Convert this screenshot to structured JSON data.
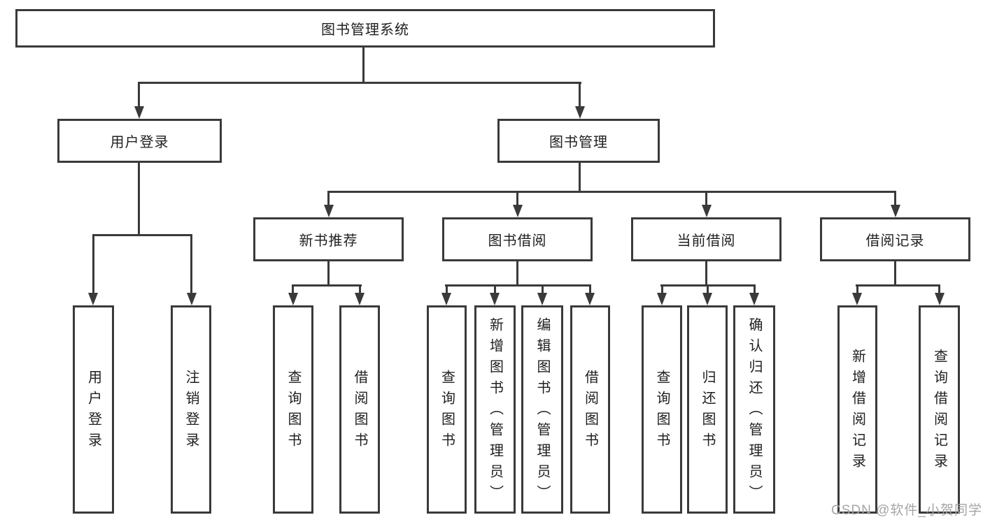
{
  "diagram": {
    "title": "图书管理系统",
    "branches": [
      {
        "label": "用户登录",
        "children": [
          "用户登录",
          "注销登录"
        ]
      },
      {
        "label": "图书管理",
        "modules": [
          {
            "label": "新书推荐",
            "children": [
              "查询图书",
              "借阅图书"
            ]
          },
          {
            "label": "图书借阅",
            "children": [
              "查询图书",
              "新增图书（管理员）",
              "编辑图书（管理员）",
              "借阅图书"
            ]
          },
          {
            "label": "当前借阅",
            "children": [
              "查询图书",
              "归还图书",
              "确认归还（管理员）"
            ]
          },
          {
            "label": "借阅记录",
            "children": [
              "新增借阅记录",
              "查询借阅记录"
            ]
          }
        ]
      }
    ],
    "watermark": "CSDN @软件_小贺同学",
    "colors": {
      "line": "#3a3a3a",
      "text": "#1f1f1f",
      "watermark": "#a5a5a5",
      "background": "#ffffff"
    }
  }
}
